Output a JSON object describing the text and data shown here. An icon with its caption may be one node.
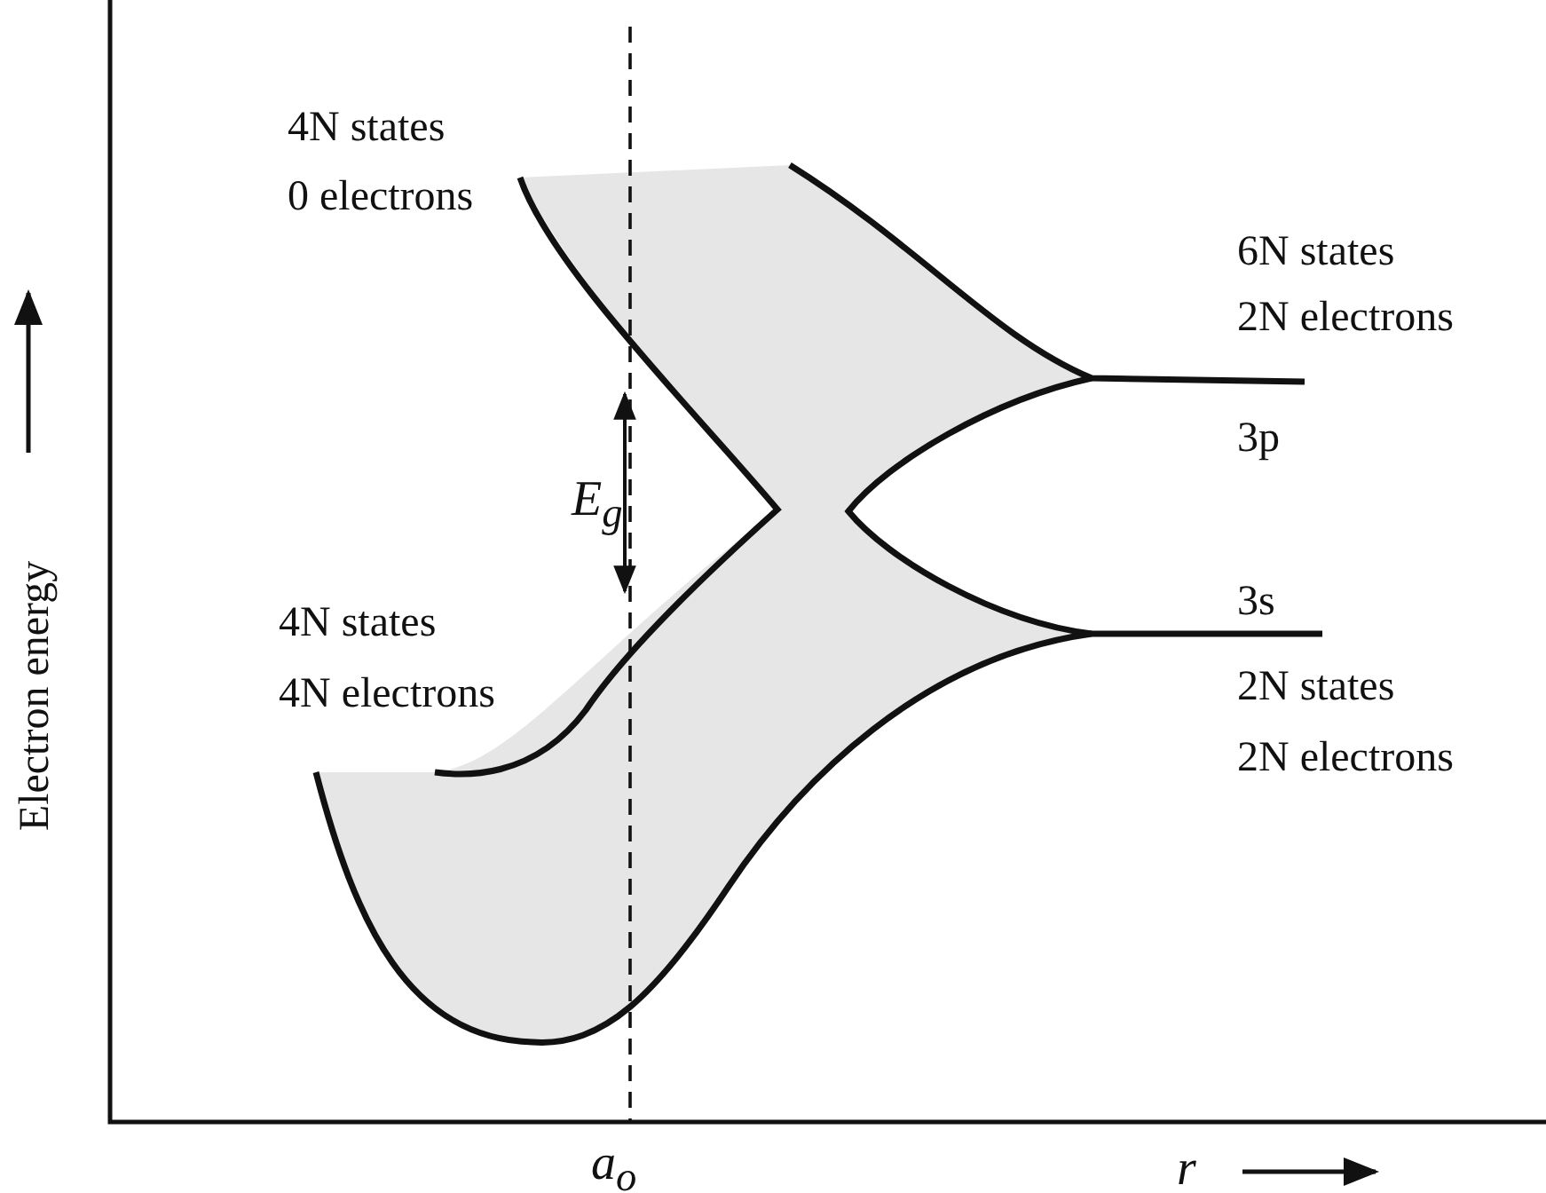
{
  "diagram": {
    "labels": [
      "4N states",
      "0 electrons",
      "6N states",
      "2N electrons",
      "3p",
      "E$_{g}$",
      "4N states",
      "4N electrons",
      "3s",
      "2N states",
      "2N electrons",
      "Electron energy",
      "a$_{o}$",
      "r"
    ]
  }
}
